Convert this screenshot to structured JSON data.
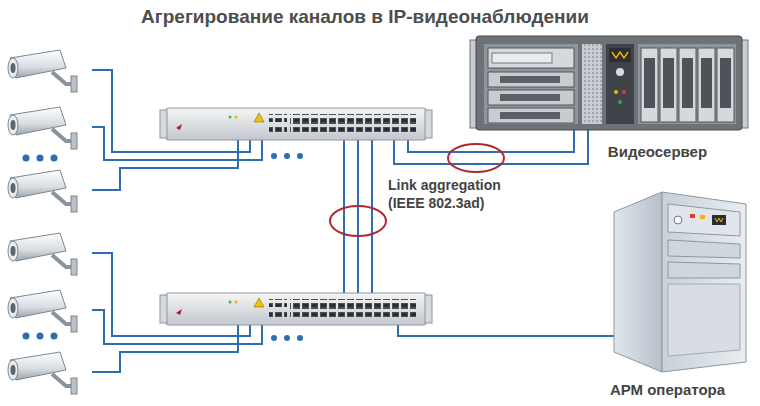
{
  "diagram": {
    "title": "Агрегирование каналов в IP-видеонаблюдении",
    "nodes": [
      {
        "text": [
          "Видеосервер"
        ]
      },
      {
        "text": [
          "АРМ оператора"
        ]
      }
    ],
    "labels": [
      "Link aggregation (IEEE 802.3ad)"
    ]
  }
}
